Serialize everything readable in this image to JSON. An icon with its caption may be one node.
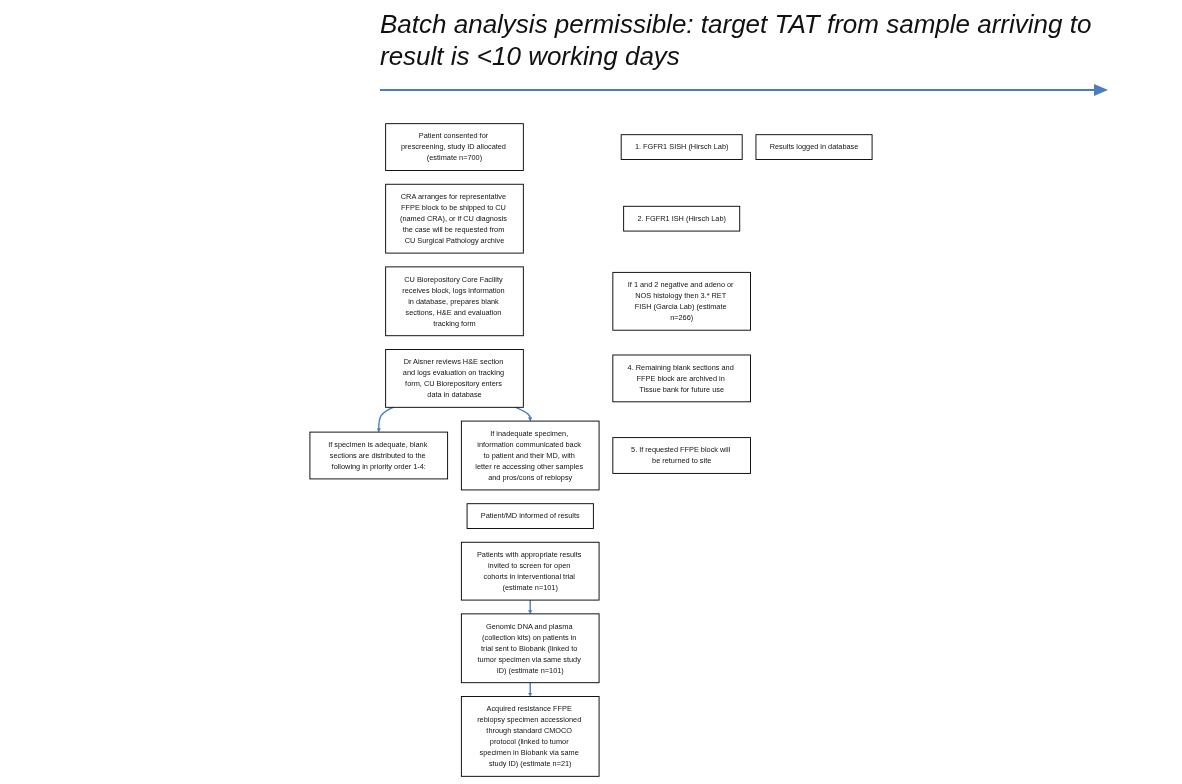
{
  "diagram": {
    "nodes": [
      {
        "text": [
          "Patient consented for prescreening, study ID allocated (estimate n=700)"
        ]
      },
      {
        "text": [
          "CRA arranges for representative FFPE block to be shipped to CU (named CRA), or if CU diagnosis the case will be requested from CU Surgical Pathology archive"
        ]
      },
      {
        "text": [
          "CU Biorepository Core Facility receives block, logs information in database, prepares blank sections, H&E and evaluation tracking form"
        ]
      },
      {
        "text": [
          "Dr Aisner reviews H&E section and logs evaluation on tracking form, CU Biorepository enters data in database"
        ]
      },
      {
        "text": [
          "If specimen is adequate, blank sections are distributed to the following in priority order 1-4:"
        ]
      },
      {
        "text": [
          "1. FGFR1 SISH (Hirsch Lab)"
        ]
      },
      {
        "text": [
          "2. FGFR1 ISH (Hirsch Lab)"
        ]
      },
      {
        "text": [
          "If 1 and 2 negative and adeno or NOS histology then 3.* RET FISH (Garcia Lab) (estimate n=266)"
        ]
      },
      {
        "text": [
          "4. Remaining blank sections and FFPE block are archived in Tissue bank for future use"
        ]
      },
      {
        "text": [
          "5. If requested FFPE block will be returned to site"
        ]
      },
      {
        "text": [
          "Results logged in database"
        ]
      },
      {
        "text": [
          "If inadequate specimen, information communicated back to patient and their MD, with letter re accessing other samples and pros/cons of rebiopsy"
        ]
      },
      {
        "text": [
          "Patient/MD informed of results"
        ]
      },
      {
        "text": [
          "Patients with appropriate results invited to screen for open cohorts in interventional trial (estimate n=101)"
        ]
      },
      {
        "text": [
          "Genomic DNA and plasma (collection kits) on patients in trial sent to Biobank (linked to tumor specimen via same study ID) (estimate n=101)"
        ]
      },
      {
        "text": [
          "Acquired resistance FFPE rebiopsy specimen accessioned through standard CMOCO protocol (linked to tumor specimen in Biobank via same study ID) (estimate n=21)"
        ]
      }
    ],
    "edges": [
      {
        "from": 3,
        "to": 4,
        "arrow": "to"
      },
      {
        "from": 3,
        "to": 11,
        "arrow": "to"
      },
      {
        "from": 13,
        "to": 14,
        "arrow": "to"
      },
      {
        "from": 14,
        "to": 15,
        "arrow": "to"
      }
    ],
    "labels": [
      "Batch analysis permissible: target TAT from sample arriving to result is <10 working days"
    ]
  }
}
